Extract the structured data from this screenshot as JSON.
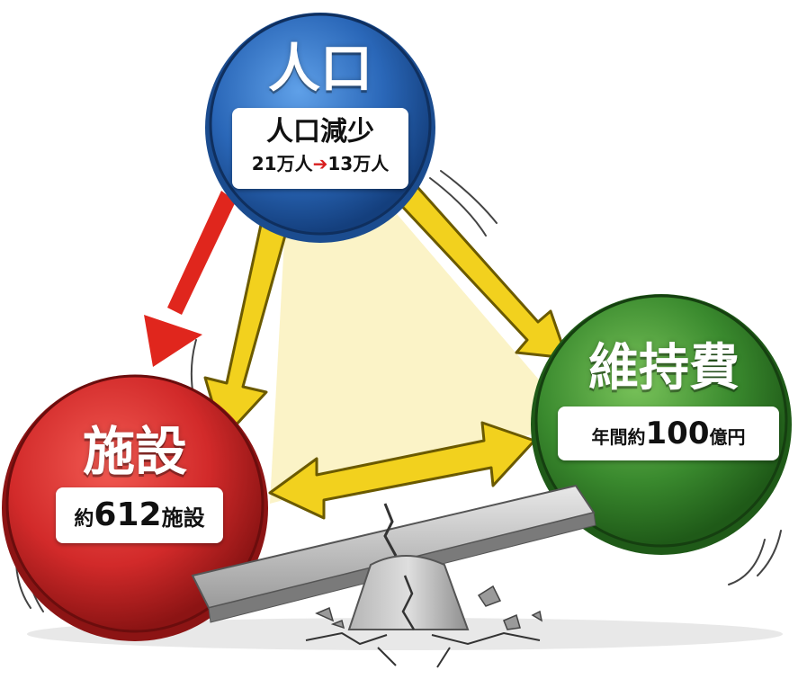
{
  "population": {
    "title": "人口",
    "subtitle": "人口減少",
    "from": "21万人",
    "to": "13万人",
    "color": "#2a67b8"
  },
  "facilities": {
    "title": "施設",
    "prefix": "約",
    "number": "612",
    "suffix": "施設",
    "color": "#d22a2a"
  },
  "maintenance": {
    "title": "維持費",
    "prefix": "年間約",
    "number": "100",
    "suffix": "億円",
    "color": "#3a8a2e"
  },
  "icons": [
    "red-down-arrow-icon",
    "yellow-arrow-icon",
    "seesaw-icon",
    "cracked-ground-icon"
  ],
  "colors": {
    "arrow_yellow": "#f2d11e",
    "arrow_red": "#e0261d",
    "triangle_fill": "#fbf2c4"
  }
}
